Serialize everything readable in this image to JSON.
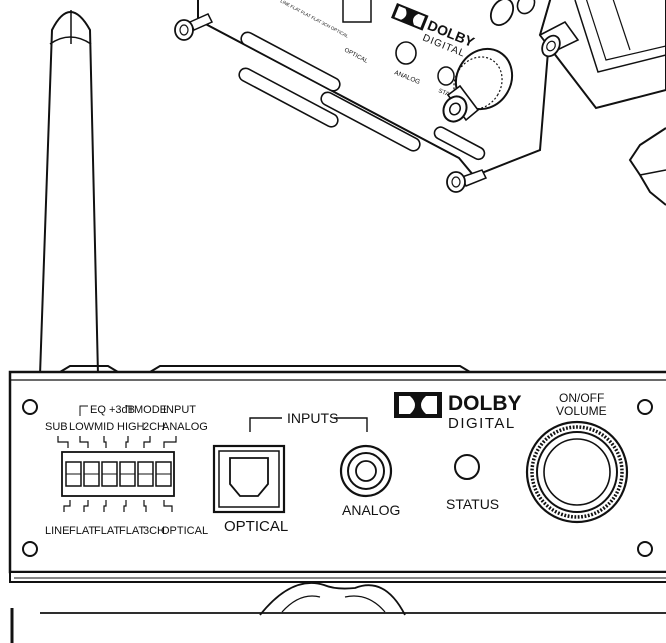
{
  "panel": {
    "dip_top": {
      "group_eq": "EQ +3dB",
      "group_mode": "MODE",
      "group_input": "INPUT",
      "sub": "SUB",
      "low": "LOW",
      "mid": "MID",
      "high": "HIGH",
      "twoch": "2CH",
      "analog": "ANALOG"
    },
    "dip_bottom": {
      "line": "LINE",
      "flat1": "FLAT",
      "flat2": "FLAT",
      "flat3": "FLAT",
      "threech": "3CH",
      "optical": "OPTICAL"
    },
    "inputs_label": "INPUTS",
    "optical_label": "OPTICAL",
    "analog_label": "ANALOG",
    "status_label": "STATUS",
    "dolby_word": "DOLBY",
    "dolby_sub": "DIGITAL",
    "onoff_label": "ON/OFF",
    "volume_label": "VOLUME"
  },
  "top_module": {
    "dolby_word": "DOLBY",
    "dolby_sub": "DIGITAL",
    "analog_label": "ANALOG",
    "optical_label": "OPTICAL",
    "status_label": "STATUS",
    "tiny_text": "LINE FLAT FLAT FLAT 3CH OPTICAL"
  }
}
